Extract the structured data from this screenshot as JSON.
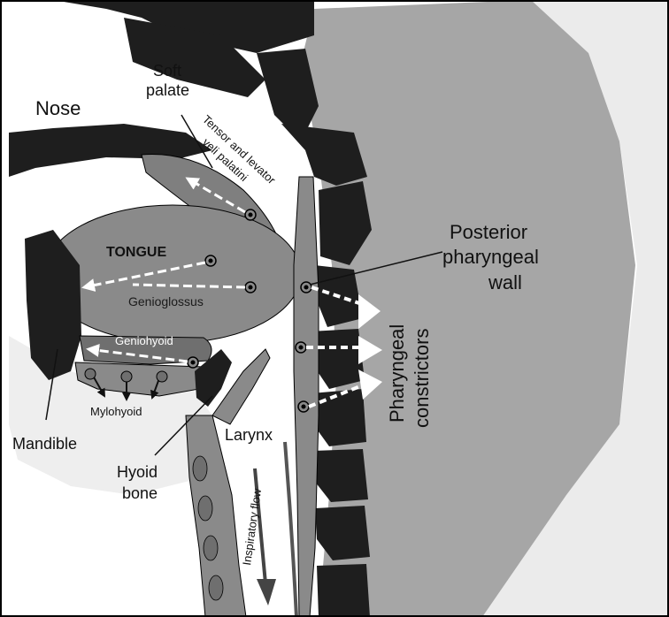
{
  "diagram": {
    "labels": {
      "nose": "Nose",
      "soft_palate_line1": "Soft",
      "soft_palate_line2": "palate",
      "tensor_line1": "Tensor and levator",
      "tensor_line2": "veli palatini",
      "tongue": "TONGUE",
      "genioglossus": "Genioglossus",
      "geniohyoid": "Geniohyoid",
      "mylohyoid": "Mylohyoid",
      "mandible": "Mandible",
      "hyoid_line1": "Hyoid",
      "hyoid_line2": "bone",
      "larynx": "Larynx",
      "inspiratory_flow": "Inspiratory flow",
      "posterior_line1": "Posterior",
      "posterior_line2": "pharyngeal",
      "posterior_line3": "wall",
      "pharyngeal_line1": "Pharyngeal",
      "pharyngeal_line2": "constrictors"
    },
    "colors": {
      "background": "#ffffff",
      "bone_dark": "#1e1e1e",
      "soft_tissue_light": "#ebebeb",
      "muscle": "#8a8a8a",
      "muscle_dark": "#6f6f6f",
      "spine_area": "#a6a6a6",
      "outline": "#000000"
    }
  }
}
